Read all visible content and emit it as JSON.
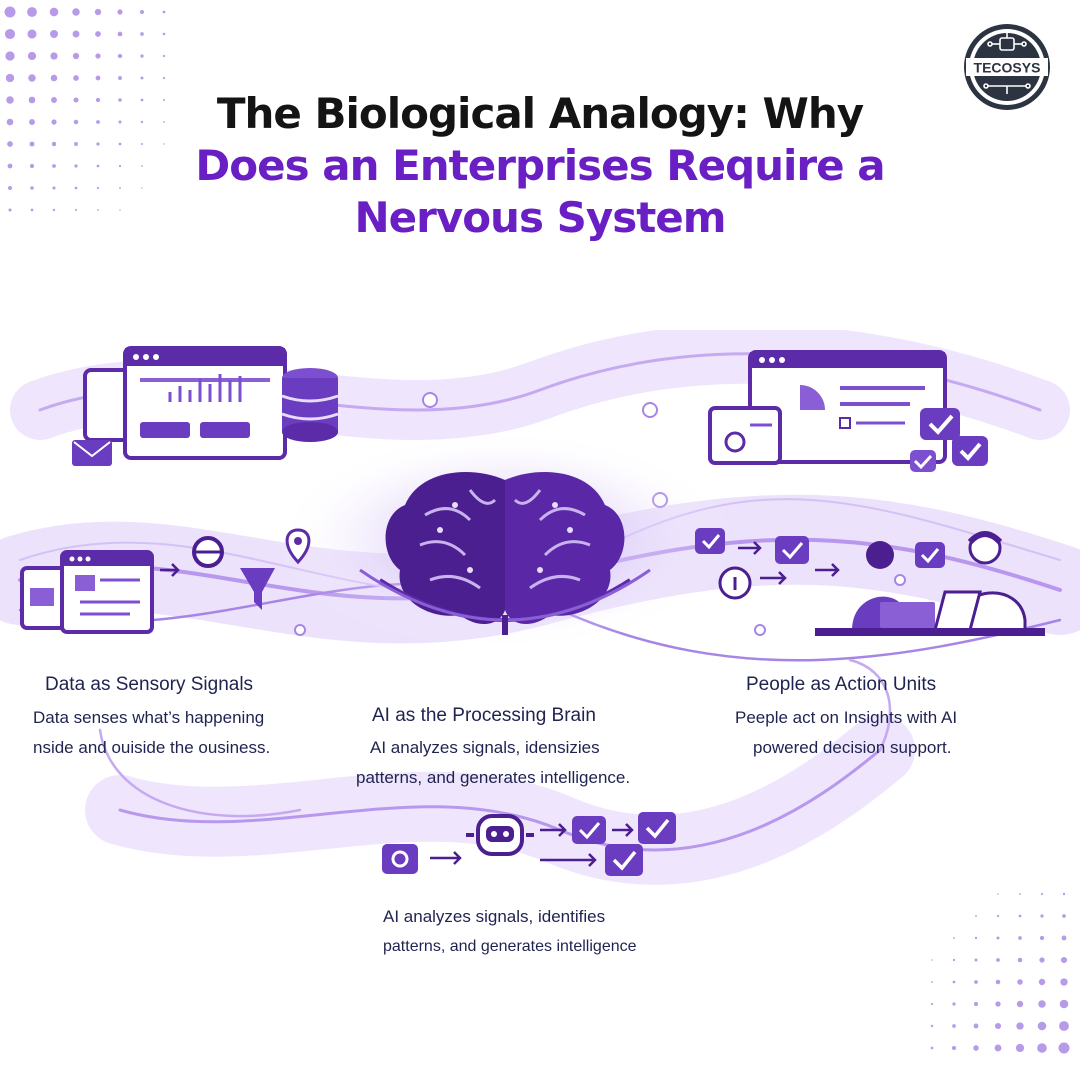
{
  "title": {
    "line1": "The Biological Analogy: Why",
    "line2": "Does an Enterprises Require a",
    "line3": "Nervous System"
  },
  "logo": {
    "text": "TECOSYS",
    "icon": "circuit-chip-icon"
  },
  "sections": {
    "data": {
      "heading": "Data as Sensory Signals",
      "body_line1": "Data senses what’s happening",
      "body_line2": "nside and ouiside the ousiness."
    },
    "ai": {
      "heading": "AI as the Processing Brain",
      "body_line1": "AI analyzes signals, idensizies",
      "body_line2": "patterns, and generates intelligence."
    },
    "people": {
      "heading": "People as Action Units",
      "body_line1": "Peeple act on Insights with AI",
      "body_line2": "powered decision support."
    },
    "bottom": {
      "body_line1": "AI analyzes signals, identifies",
      "body_line2": "patterns, and generates intelligence"
    }
  },
  "colors": {
    "accent": "#6a1fc4",
    "purple_light": "#c9b3ee",
    "purple_mid": "#8a5fd6",
    "purple_dark": "#4b1f8f",
    "text_dark": "#1f2350"
  }
}
